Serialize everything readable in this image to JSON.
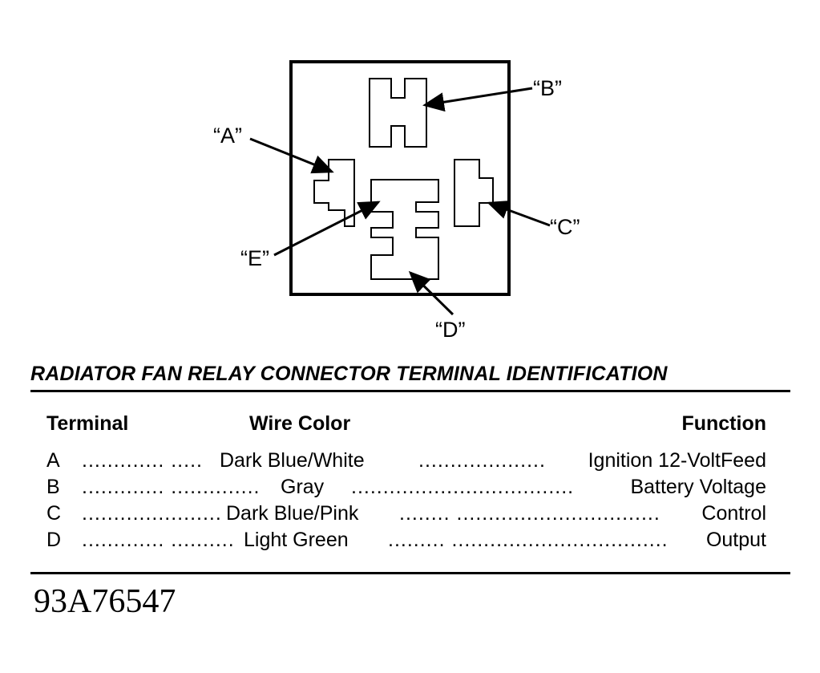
{
  "diagram": {
    "callouts": {
      "a": "“A”",
      "b": "“B”",
      "c": "“C”",
      "d": "“D”",
      "e": "“E”"
    }
  },
  "table": {
    "title": "RADIATOR FAN RELAY CONNECTOR TERMINAL IDENTIFICATION",
    "headers": {
      "terminal": "Terminal",
      "wire_color": "Wire Color",
      "function": "Function"
    },
    "rows": [
      {
        "terminal": "A",
        "wire_color": "Dark Blue/White",
        "function": "Ignition 12-VoltFeed"
      },
      {
        "terminal": "B",
        "wire_color": "Gray",
        "function": "Battery Voltage"
      },
      {
        "terminal": "C",
        "wire_color": "Dark Blue/Pink",
        "function": "Control"
      },
      {
        "terminal": "D",
        "wire_color": "Light Green",
        "function": "Output"
      }
    ]
  },
  "figure_number": "93A76547"
}
